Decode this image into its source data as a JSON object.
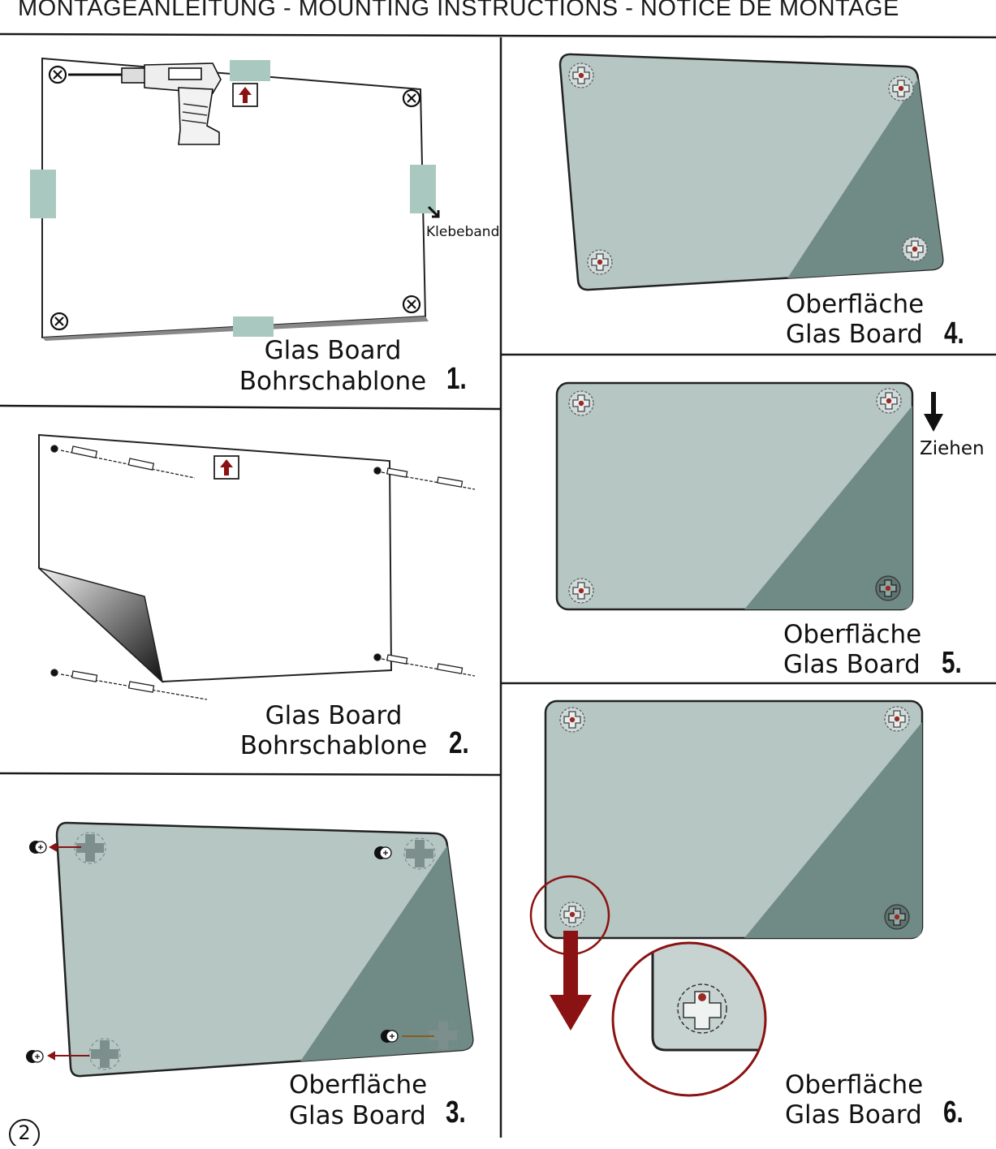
{
  "header": {
    "title": "MONTAGEANLEITUNG - MOUNTING INSTRUCTIONS - NOTICE DE MONTAGE"
  },
  "steps": [
    {
      "number": "1.",
      "line1": "Glas Board",
      "line2": "Bohrschablone",
      "tape_label": "Klebeband"
    },
    {
      "number": "2.",
      "line1": "Glas Board",
      "line2": "Bohrschablone"
    },
    {
      "number": "3.",
      "line1": "Oberfläche",
      "line2": "Glas Board"
    },
    {
      "number": "4.",
      "line1": "Oberfläche",
      "line2": "Glas Board"
    },
    {
      "number": "5.",
      "line1": "Oberfläche",
      "line2": "Glas Board",
      "pull_label": "Ziehen"
    },
    {
      "number": "6.",
      "line1": "Oberfläche",
      "line2": "Glas Board"
    }
  ],
  "page_number": "2",
  "colors": {
    "glass_light": "#b5c6c3",
    "glass_dark": "#708a86",
    "tape": "#a9c9c0",
    "arrow_red": "#8b1212",
    "line": "#1a1a1a"
  },
  "icons": [
    "drill-icon",
    "arrow-up-icon",
    "cross-circle-icon",
    "screw-icon",
    "dowel-icon",
    "mount-clip-icon",
    "arrow-down-icon"
  ]
}
